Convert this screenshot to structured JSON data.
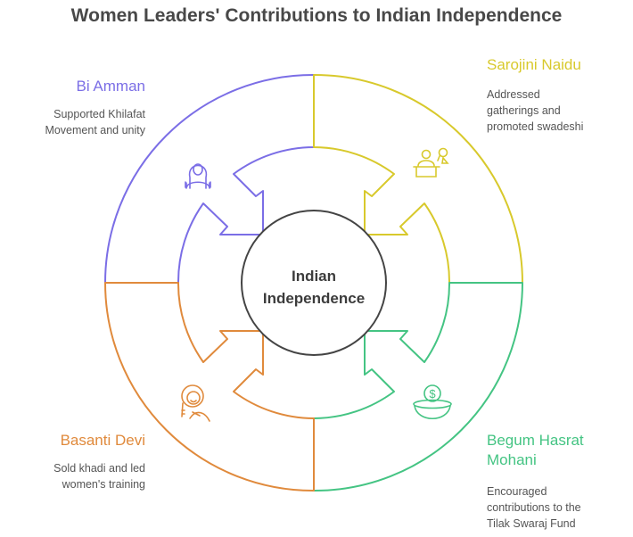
{
  "title": "Women Leaders' Contributions to Indian Independence",
  "center": {
    "line1": "Indian",
    "line2": "Independence"
  },
  "colors": {
    "purple": "#7b6ee6",
    "yellow": "#d8c92c",
    "green": "#44c483",
    "orange": "#e08a3c",
    "center": "#444444"
  },
  "leaders": [
    {
      "name": "Bi Amman",
      "desc1": "Supported Khilafat",
      "desc2": "Movement and unity",
      "icon": "woman-hijab-icon"
    },
    {
      "name": "Sarojini Naidu",
      "desc1": "Addressed",
      "desc2": "gatherings and",
      "desc3": "promoted swadeshi",
      "icon": "speaker-podium-icon"
    },
    {
      "name1": "Begum Hasrat",
      "name2": "Mohani",
      "desc1": "Encouraged",
      "desc2": "contributions to the",
      "desc3": "Tilak Swaraj Fund",
      "icon": "donation-bowl-icon"
    },
    {
      "name": "Basanti Devi",
      "desc1": "Sold khadi and led",
      "desc2": "women's training",
      "icon": "woman-braid-icon"
    }
  ]
}
